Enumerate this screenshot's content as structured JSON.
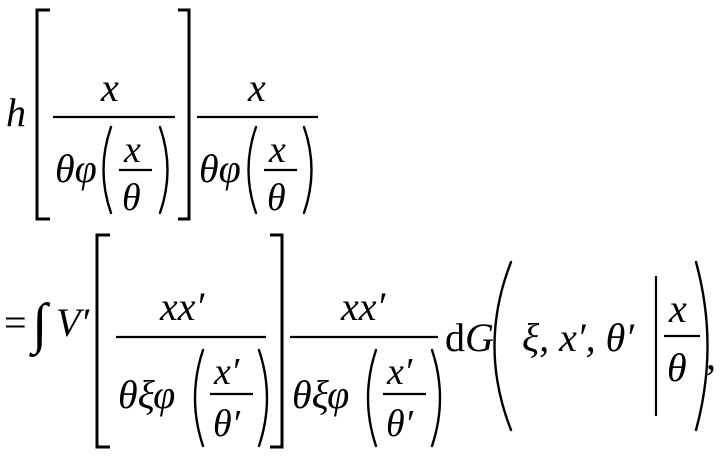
{
  "equation": {
    "line1": {
      "h": "h",
      "frac1": {
        "num": "x",
        "den_pre": "θφ",
        "inner_num": "x",
        "inner_den": "θ"
      },
      "frac2": {
        "num": "x",
        "den_pre": "θφ",
        "inner_num": "x",
        "inner_den": "θ"
      }
    },
    "line2": {
      "equals": "=",
      "integral": "∫",
      "V": "V′",
      "frac1": {
        "num": "xx′",
        "den_pre": "θξφ",
        "inner_num": "x′",
        "inner_den": "θ′"
      },
      "frac2": {
        "num": "xx′",
        "den_pre": "θξφ",
        "inner_num": "x′",
        "inner_den": "θ′"
      },
      "dG": {
        "d": "d",
        "G": "G"
      },
      "args": "ξ, x′, θ′",
      "cond_num": "x",
      "cond_den": "θ",
      "trail": ","
    }
  }
}
